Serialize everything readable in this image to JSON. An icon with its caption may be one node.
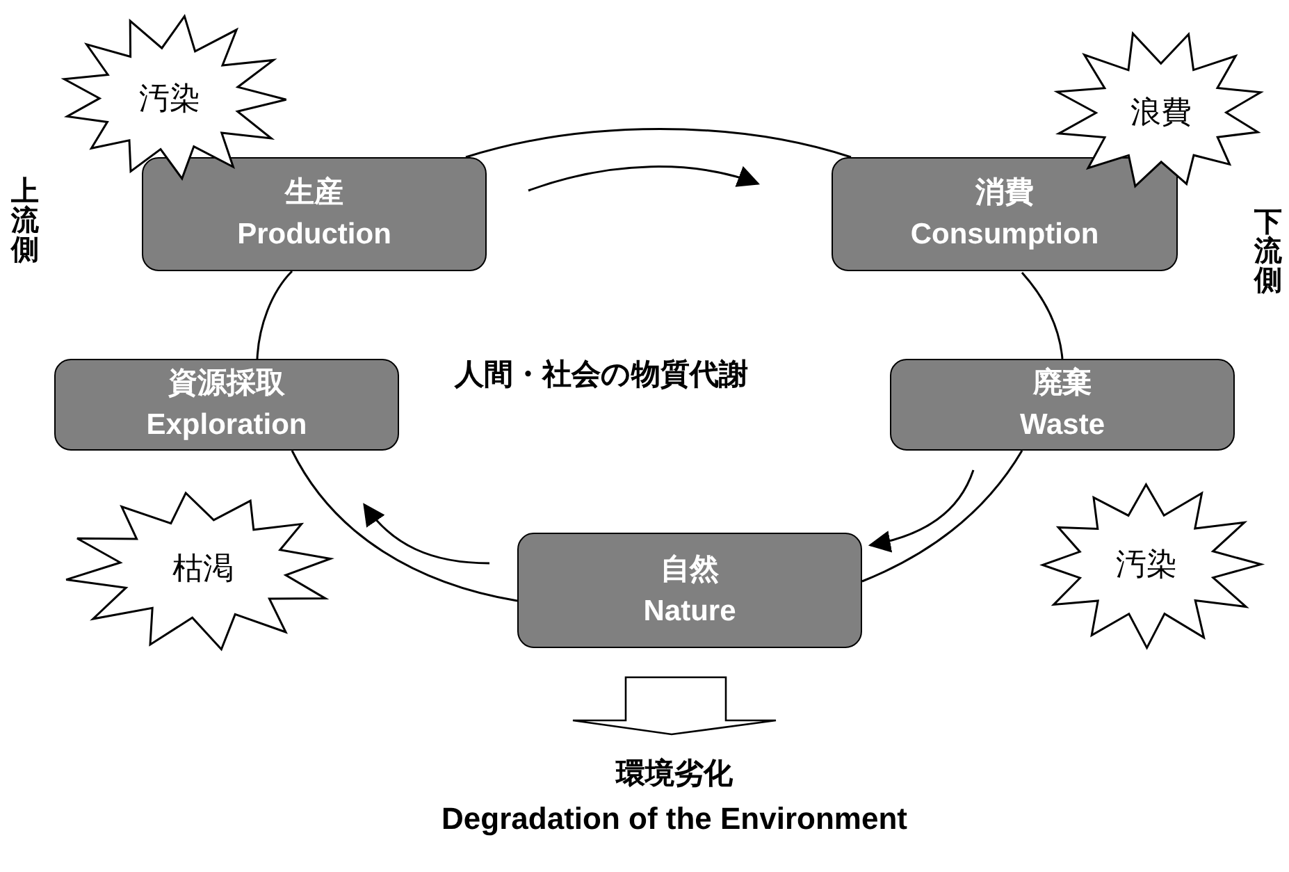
{
  "diagram": {
    "nodes": [
      {
        "text": [
          "汚染"
        ]
      },
      {
        "text": [
          "浪費"
        ]
      },
      {
        "text": [
          "生産",
          "Production"
        ]
      },
      {
        "text": [
          "消費",
          "Consumption"
        ]
      },
      {
        "text": [
          "資源採取",
          "Exploration"
        ]
      },
      {
        "text": [
          "廃棄",
          "Waste"
        ]
      },
      {
        "text": [
          "枯渇"
        ]
      },
      {
        "text": [
          "自然",
          "Nature"
        ]
      },
      {
        "text": [
          "汚染"
        ]
      },
      {
        "text": [
          "環境劣化",
          "Degradation of the Environment"
        ]
      }
    ],
    "edges": [
      {
        "from": 2,
        "to": 3,
        "arrow": "none"
      },
      {
        "from": 3,
        "to": 5,
        "arrow": "none"
      },
      {
        "from": 5,
        "to": 7,
        "arrow": "none"
      },
      {
        "from": 7,
        "to": 4,
        "arrow": "none"
      },
      {
        "from": 4,
        "to": 2,
        "arrow": "none"
      },
      {
        "from": 7,
        "to": 9,
        "arrow": "to",
        "style": "thick"
      }
    ],
    "labels": [
      "上流側",
      "下流側",
      "人間・社会の物質代謝"
    ]
  }
}
